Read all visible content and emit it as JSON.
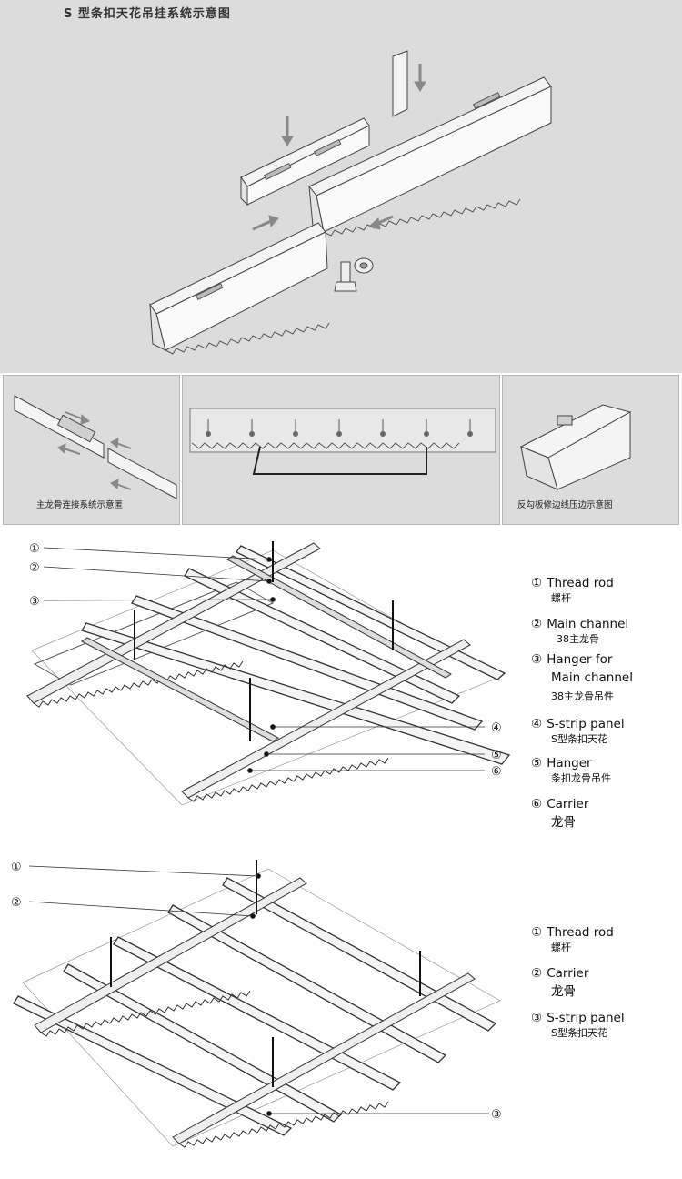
{
  "title": "S 型条扣天花吊挂系统示意图",
  "captions": {
    "main_connect": "主龙骨连接系统示意匿",
    "edge_press": "反勾板修边线压边示意图"
  },
  "diagram1": {
    "callouts": [
      "①",
      "②",
      "③",
      "④",
      "⑤",
      "⑥"
    ],
    "legend": [
      {
        "num": "①",
        "en": "Thread rod",
        "zh": "螺杆"
      },
      {
        "num": "②",
        "en": "Main channel",
        "zh": "38主龙骨"
      },
      {
        "num": "③",
        "en": "Hanger for",
        "en2": "Main channel",
        "zh": "38主龙骨吊件"
      },
      {
        "num": "④",
        "en": "S-strip panel",
        "zh": "S型条扣天花"
      },
      {
        "num": "⑤",
        "en": "Hanger",
        "zh": "条扣龙骨吊件"
      },
      {
        "num": "⑥",
        "en": "Carrier",
        "zh": "龙骨"
      }
    ]
  },
  "diagram2": {
    "callouts": [
      "①",
      "②",
      "③"
    ],
    "legend": [
      {
        "num": "①",
        "en": "Thread rod",
        "zh": "螺杆"
      },
      {
        "num": "②",
        "en": "Carrier",
        "zh": "龙骨"
      },
      {
        "num": "③",
        "en": "S-strip panel",
        "zh": "S型条扣天花"
      }
    ]
  },
  "colors": {
    "panel_bg": "#dcdcdc",
    "line": "#333333",
    "metal": "#f2f2f2"
  }
}
